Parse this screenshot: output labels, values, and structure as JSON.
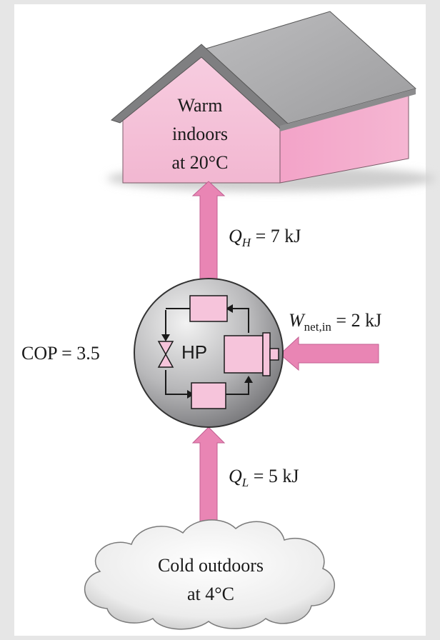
{
  "house": {
    "line1": "Warm",
    "line2": "indoors",
    "line3": "at 20°C"
  },
  "cloud": {
    "line1": "Cold outdoors",
    "line2": "at 4°C"
  },
  "heat_pump": {
    "label": "HP",
    "cop_label": "COP = 3.5"
  },
  "q_high": {
    "symbol": "Q",
    "subscript": "H",
    "value": " = 7 kJ"
  },
  "q_low": {
    "symbol": "Q",
    "subscript": "L",
    "value": " = 5 kJ"
  },
  "work_in": {
    "symbol": "W",
    "subscript": "net,in",
    "value": " = 2 kJ"
  },
  "colors": {
    "background": "#e6e6e6",
    "pink_arrow": "#e985b4",
    "house_front": "#f4bdd6",
    "house_side": "#f2a9cb",
    "roof": "#a9a9ab",
    "hp_gray": "#8a8a8c",
    "component_fill": "#f6c4db"
  }
}
